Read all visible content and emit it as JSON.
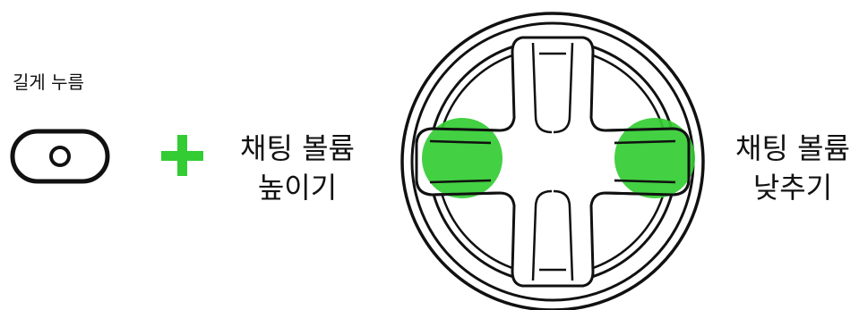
{
  "hold_label": "길게 누름",
  "left_label": {
    "line1": "채팅 볼륨",
    "line2": "높이기"
  },
  "right_label": {
    "line1": "채팅 볼륨",
    "line2": "낮추기"
  },
  "icons": {
    "button": "oval-button-icon",
    "plus": "plus-icon",
    "dpad": "dpad-icon"
  },
  "colors": {
    "highlight": "#33cc33",
    "stroke": "#111111"
  }
}
